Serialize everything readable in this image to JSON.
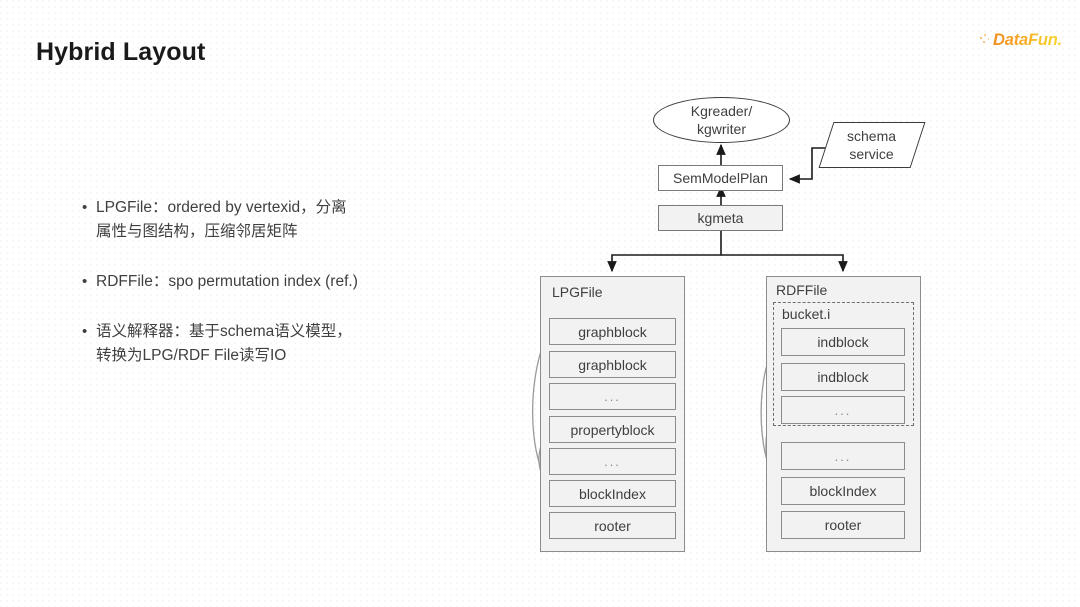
{
  "slide": {
    "title": "Hybrid Layout",
    "logo": {
      "text": "DataFun.",
      "accent_color": "#f5a623"
    }
  },
  "bullets": [
    {
      "marker": "•",
      "text": "LPGFile：ordered by vertexid，分离\n属性与图结构，压缩邻居矩阵"
    },
    {
      "marker": "•",
      "text": "RDFFile：spo permutation index (ref.)"
    },
    {
      "marker": "•",
      "text": "语义解释器：基于schema语义模型，\n转换为LPG/RDF File读写IO"
    }
  ],
  "diagram": {
    "nodes": {
      "kgreader": "Kgreader/\nkgwriter",
      "sem_model_plan": "SemModelPlan",
      "kgmeta": "kgmeta",
      "schema_service": "schema\nservice"
    },
    "lpgfile": {
      "label": "LPGFile",
      "cells": [
        "graphblock",
        "graphblock",
        "...",
        "propertyblock",
        "...",
        "blockIndex",
        "rooter"
      ]
    },
    "rdffile": {
      "label": "RDFFile",
      "bucket_label": "bucket.i",
      "bucket_cells": [
        "indblock",
        "indblock",
        "..."
      ],
      "cells": [
        "...",
        "blockIndex",
        "rooter"
      ]
    },
    "colors": {
      "node_fill": "#f2f2f2",
      "node_stroke": "#8c8c8c",
      "edge_stroke": "#1a1a1a",
      "curve_stroke": "#9a9a9a"
    }
  }
}
